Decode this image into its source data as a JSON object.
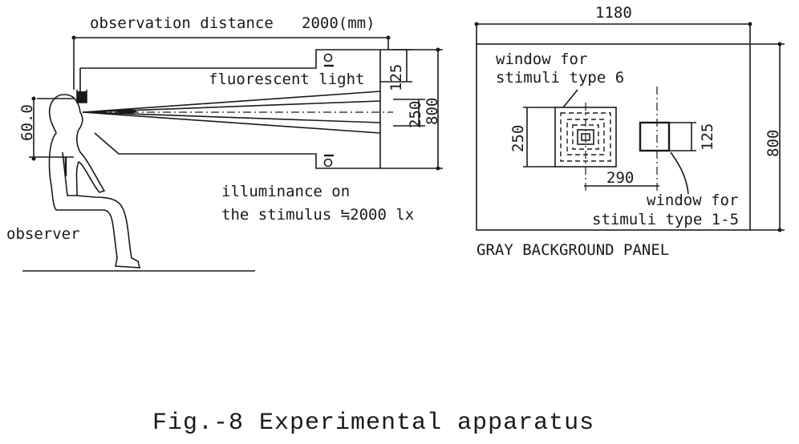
{
  "labels": {
    "observation_distance": "observation distance",
    "distance_value": "2000(mm)",
    "fluorescent_light": "fluorescent light",
    "dim_125_left": "125",
    "dim_250_left": "250",
    "dim_800_left": "800",
    "dim_600": "60.0",
    "illuminance_line1": "illuminance on",
    "illuminance_line2": "the stimulus ≒2000 lx",
    "observer": "observer",
    "dim_1180": "1180",
    "window_type6_line1": "window for",
    "window_type6_line2": "stimuli type 6",
    "dim_250_right": "250",
    "dim_125_right": "125",
    "dim_800_right": "800",
    "dim_290": "290",
    "window_type15_line1": "window for",
    "window_type15_line2": "stimuli type 1-5",
    "panel_caption": "GRAY BACKGROUND PANEL",
    "figure_caption": "Fig.-8 Experimental apparatus"
  }
}
